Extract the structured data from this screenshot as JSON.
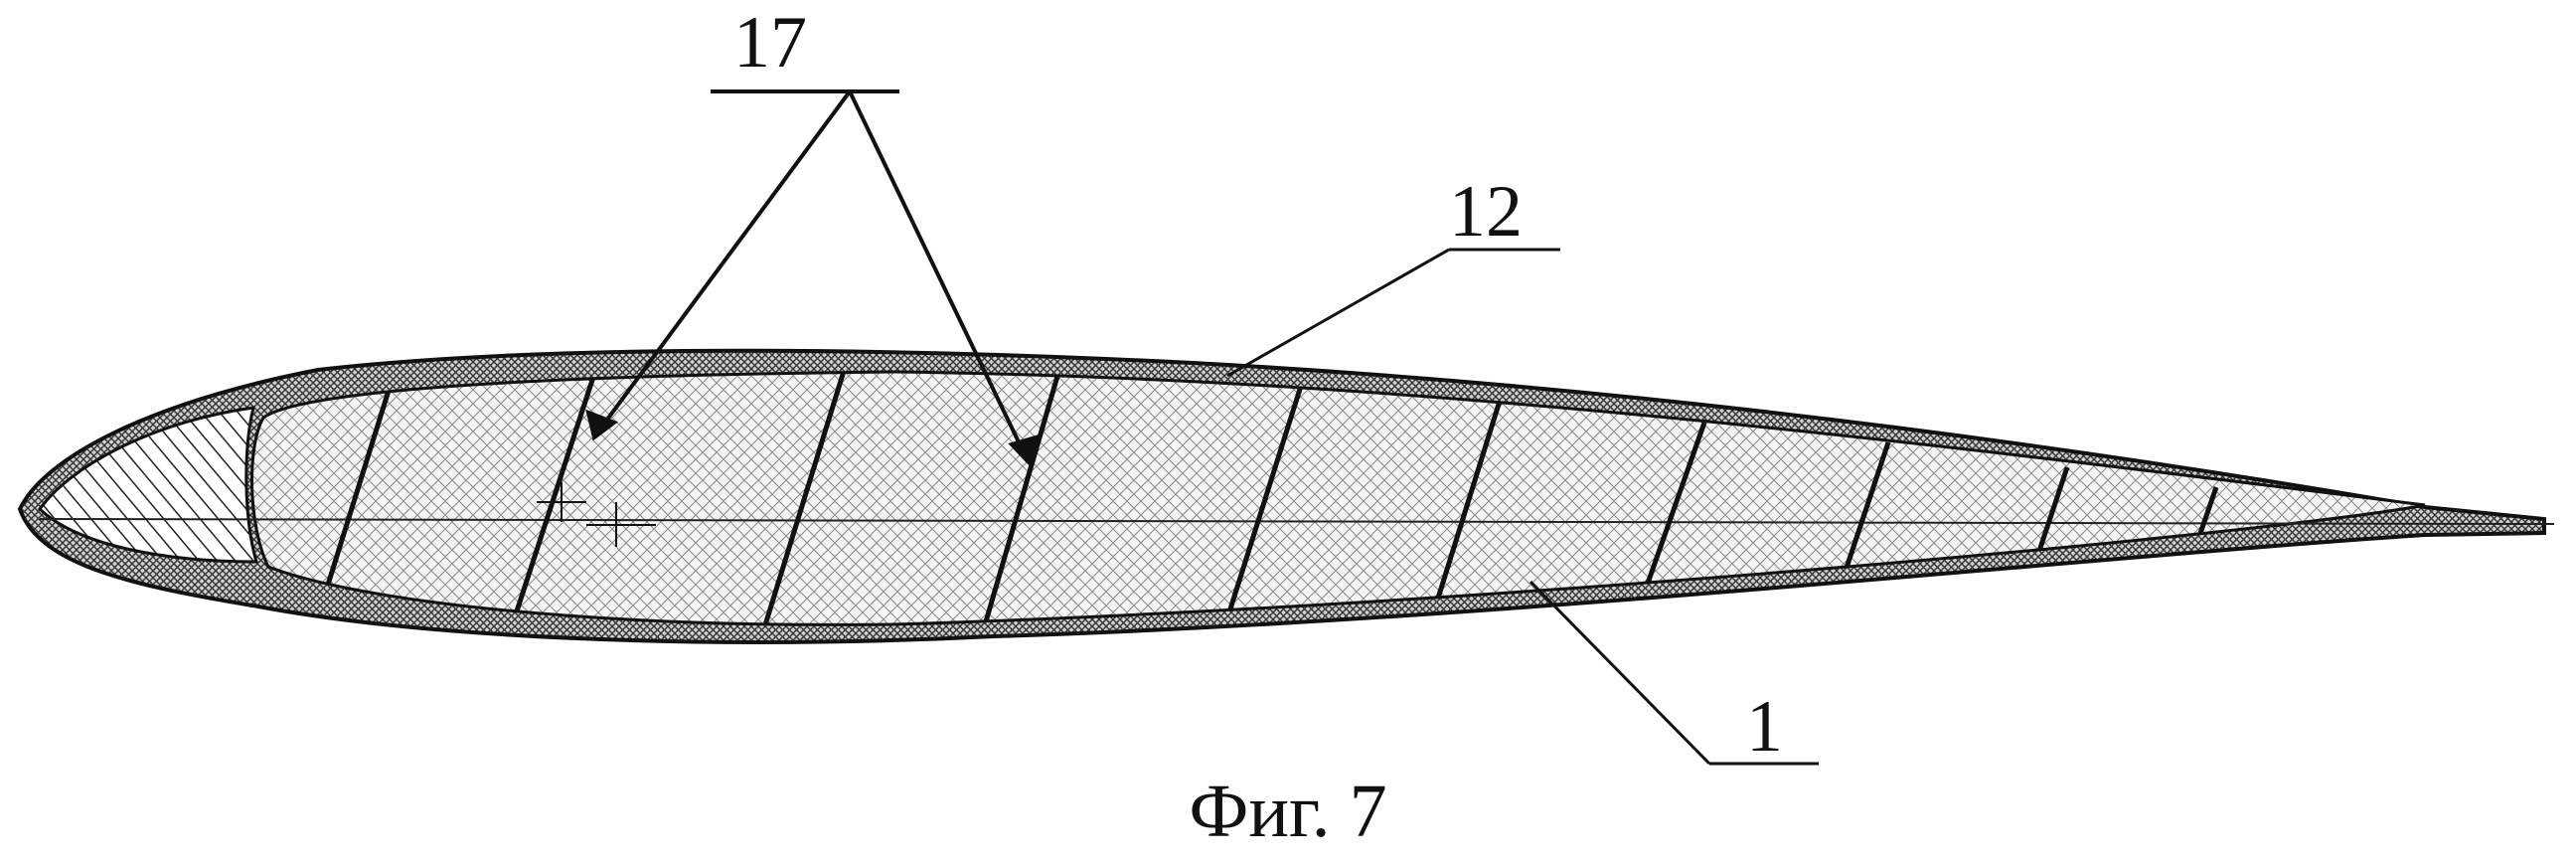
{
  "figure": {
    "caption": "Фиг. 7",
    "callouts": {
      "ribs": "17",
      "shell": "12",
      "core": "1"
    }
  },
  "colors": {
    "ink": "#111111",
    "shell_fill": "#9a9a9a",
    "core_fill": "#efefef",
    "background": "#ffffff"
  }
}
